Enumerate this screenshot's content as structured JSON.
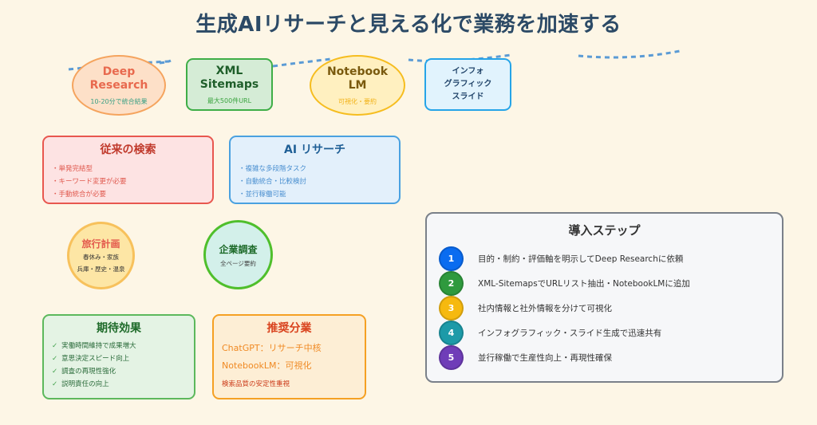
{
  "title": "生成AIリサーチと見える化で業務を加速する",
  "flow_nodes": {
    "deep_research": {
      "label": "Deep\nResearch",
      "label_line1": "Deep",
      "label_line2": "Research",
      "sub": "10-20分で統合結果"
    },
    "xml_sitemaps": {
      "label_line1": "XML",
      "label_line2": "Sitemaps",
      "sub": "最大500件URL"
    },
    "notebook_lm": {
      "label_line1": "Notebook",
      "label_line2": "LM",
      "sub": "可視化・要約"
    },
    "infographic": {
      "label_line1": "インフォ",
      "label_line2": "グラフィック",
      "label_line3": "スライド"
    }
  },
  "comparison": {
    "traditional": {
      "title": "従来の検索",
      "items": [
        "・単発完結型",
        "・キーワード変更が必要",
        "・手動統合が必要"
      ]
    },
    "ai_research": {
      "title": "AI リサーチ",
      "items": [
        "・複雑な多段階タスク",
        "・自動統合・比較検討",
        "・並行稼働可能"
      ]
    }
  },
  "use_cases": {
    "travel": {
      "title": "旅行計画",
      "line1": "春休み・家族",
      "line2": "兵庫・歴史・温泉"
    },
    "corporate": {
      "title": "企業調査",
      "line1": "全ページ要約"
    }
  },
  "expected_effects": {
    "title": "期待効果",
    "check_icon": "✓",
    "items": [
      "実働時間維持で成果増大",
      "意思決定スピード向上",
      "調査の再現性強化",
      "説明責任の向上"
    ]
  },
  "recommended_division": {
    "title": "推奨分業",
    "line1": "ChatGPT：リサーチ中核",
    "line2": "NotebookLM：可視化",
    "line3": "検索品質の安定性重視"
  },
  "steps": {
    "title": "導入ステップ",
    "items": [
      {
        "num": "1",
        "text": "目的・制約・評価軸を明示してDeep Researchに依頼",
        "color": "#0a6cf0"
      },
      {
        "num": "2",
        "text": "XML-SitemapsでURLリスト抽出・NotebookLMに追加",
        "color": "#2f9a3e"
      },
      {
        "num": "3",
        "text": "社内情報と社外情報を分けて可視化",
        "color": "#f6b90f"
      },
      {
        "num": "4",
        "text": "インフォグラフィック・スライド生成で迅速共有",
        "color": "#1d9aa8"
      },
      {
        "num": "5",
        "text": "並行稼働で生産性向上・再現性確保",
        "color": "#6f3db8"
      }
    ]
  },
  "colors": {
    "background": "#fdf6e6",
    "title": "#2c4a66",
    "connector": "#5b9bd5"
  }
}
